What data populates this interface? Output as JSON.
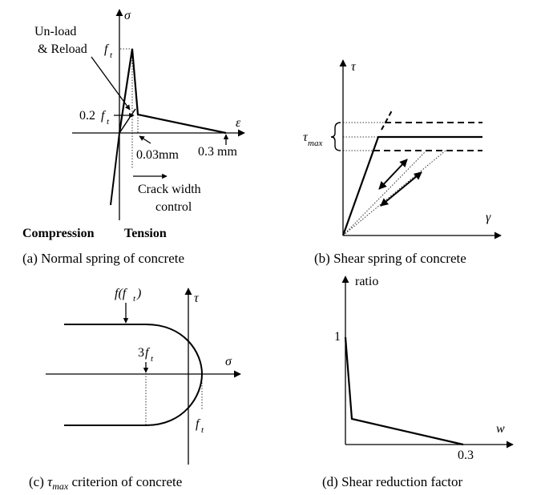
{
  "panel_a": {
    "y_axis": "σ",
    "x_axis": "ε",
    "ft": "f",
    "ft_sub": "t",
    "unload_line1": "Un-load",
    "unload_line2": "& Reload",
    "point_two": "0.2",
    "point_two_f": "f",
    "point_two_sub": "t",
    "disp_small": "0.03mm",
    "disp_large": "0.3 mm",
    "crack_line1": "Crack width",
    "crack_line2": "control",
    "compression": "Compression",
    "tension": "Tension",
    "caption": "(a) Normal spring of concrete"
  },
  "panel_b": {
    "y_axis": "τ",
    "x_axis": "γ",
    "tau": "τ",
    "tau_sub": "max",
    "caption": "(b) Shear spring of concrete"
  },
  "panel_c": {
    "y_axis": "τ",
    "x_axis": "σ",
    "fft": "f(f",
    "fft_sub": "t",
    "fft_close": ")",
    "three": "3",
    "three_f": "f",
    "three_sub": "t",
    "ft": "f",
    "ft_sub": "t",
    "caption_pre": "(c) ",
    "caption_tau": "τ",
    "caption_sub": "max",
    "caption_post": " criterion of concrete"
  },
  "panel_d": {
    "y_axis": "ratio",
    "x_axis": "w",
    "one": "1",
    "point_three": "0.3",
    "caption": "(d) Shear reduction factor"
  }
}
